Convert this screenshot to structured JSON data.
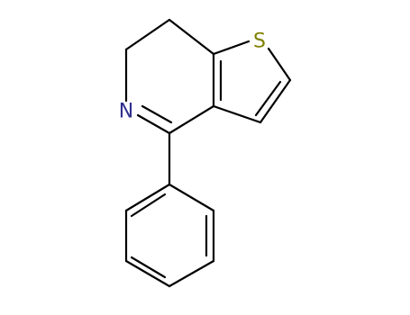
{
  "molecule": {
    "atoms": [
      {
        "id": "sulfur",
        "label": "S",
        "color": "#808000"
      },
      {
        "id": "nitrogen",
        "label": "N",
        "color": "#30308f"
      }
    ],
    "bond_color": "#000000",
    "background": "#ffffff"
  }
}
